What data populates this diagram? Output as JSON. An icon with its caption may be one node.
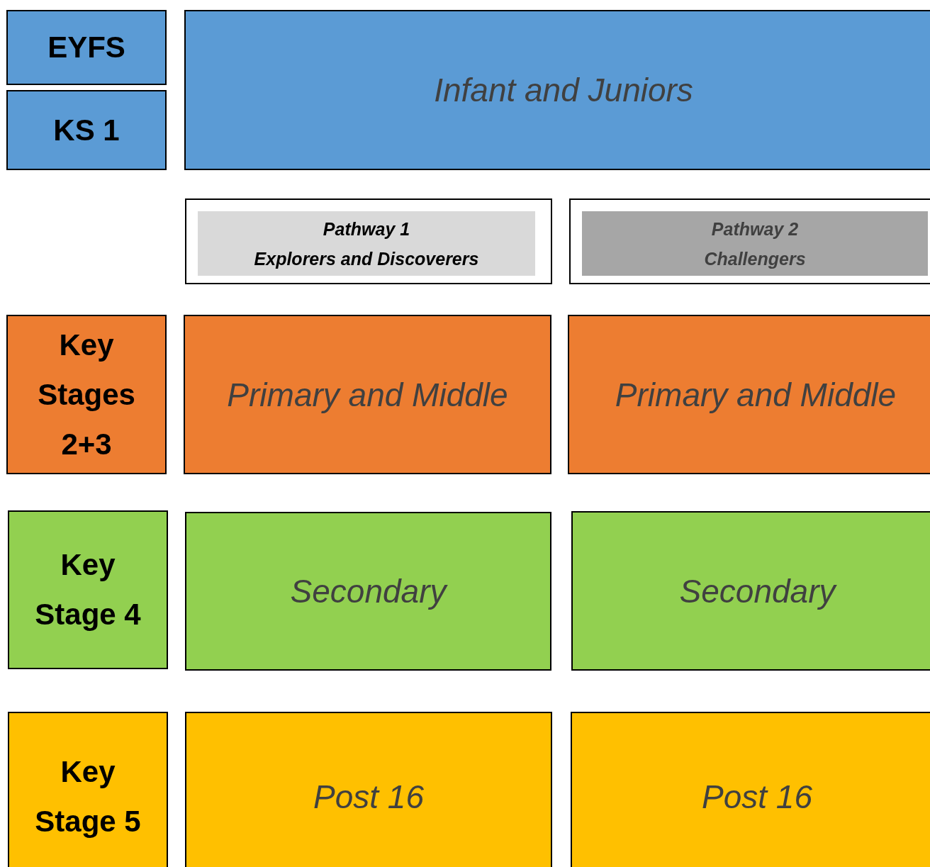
{
  "diagram": {
    "nodes": [
      {
        "text": [
          "EYFS"
        ]
      },
      {
        "text": [
          "KS 1"
        ]
      },
      {
        "text": [
          "Infant and Juniors"
        ]
      },
      {
        "text": [
          "Pathway 1",
          "Explorers and Discoverers"
        ]
      },
      {
        "text": [
          "Pathway 2",
          "Challengers"
        ]
      },
      {
        "text": [
          "Key Stages 2+3"
        ]
      },
      {
        "text": [
          "Primary and Middle"
        ]
      },
      {
        "text": [
          "Primary and Middle"
        ]
      },
      {
        "text": [
          "Key Stage 4"
        ]
      },
      {
        "text": [
          "Secondary"
        ]
      },
      {
        "text": [
          "Secondary"
        ]
      },
      {
        "text": [
          "Key Stage 5"
        ]
      },
      {
        "text": [
          "Post 16"
        ]
      },
      {
        "text": [
          "Post 16"
        ]
      }
    ]
  }
}
